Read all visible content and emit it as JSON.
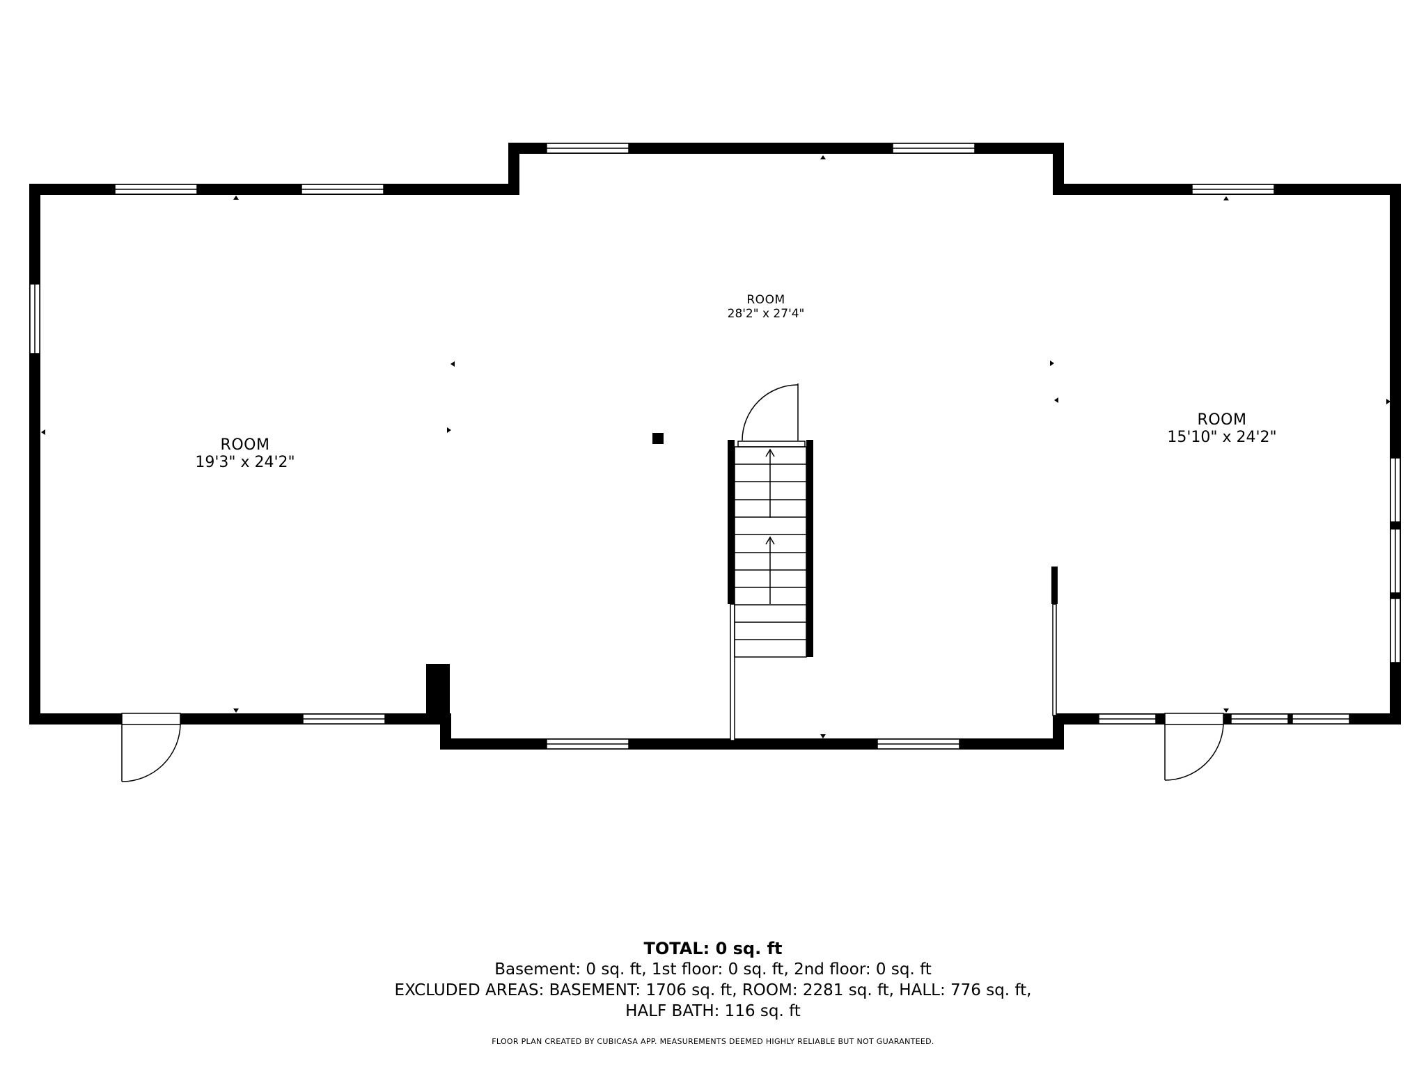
{
  "rooms": [
    {
      "name": "ROOM",
      "dims": "19'3\" x 24'2\""
    },
    {
      "name": "ROOM",
      "dims": "28'2\" x 27'4\""
    },
    {
      "name": "ROOM",
      "dims": "15'10\" x 24'2\""
    }
  ],
  "summary": {
    "total": "TOTAL: 0 sq. ft",
    "floors": "Basement: 0 sq. ft, 1st floor: 0 sq. ft, 2nd floor: 0 sq. ft",
    "excluded_1": "EXCLUDED AREAS: BASEMENT: 1706 sq. ft, ROOM: 2281 sq. ft, HALL: 776 sq. ft,",
    "excluded_2": "HALF BATH: 116 sq. ft"
  },
  "footer": "FLOOR PLAN CREATED BY CUBICASA APP. MEASUREMENTS DEEMED HIGHLY RELIABLE BUT NOT GUARANTEED.",
  "colors": {
    "wall": "#000000",
    "background": "#ffffff"
  }
}
